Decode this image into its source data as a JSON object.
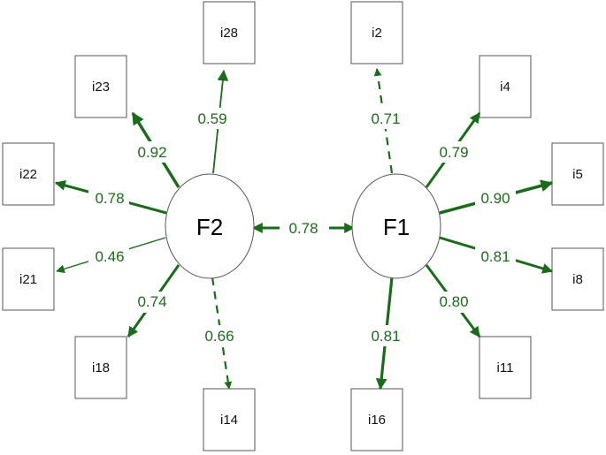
{
  "factors": {
    "F1": "F1",
    "F2": "F2"
  },
  "correlation": "0.78",
  "items": {
    "i2": "i2",
    "i4": "i4",
    "i5": "i5",
    "i8": "i8",
    "i11": "i11",
    "i16": "i16",
    "i28": "i28",
    "i23": "i23",
    "i22": "i22",
    "i21": "i21",
    "i18": "i18",
    "i14": "i14"
  },
  "loadings": {
    "i2": "0.71",
    "i4": "0.79",
    "i5": "0.90",
    "i8": "0.81",
    "i11": "0.80",
    "i16": "0.81",
    "i28": "0.59",
    "i23": "0.92",
    "i22": "0.78",
    "i21": "0.46",
    "i18": "0.74",
    "i14": "0.66"
  },
  "colors": {
    "arrow": "#1a6b1a",
    "label": "#1a6b1a"
  }
}
